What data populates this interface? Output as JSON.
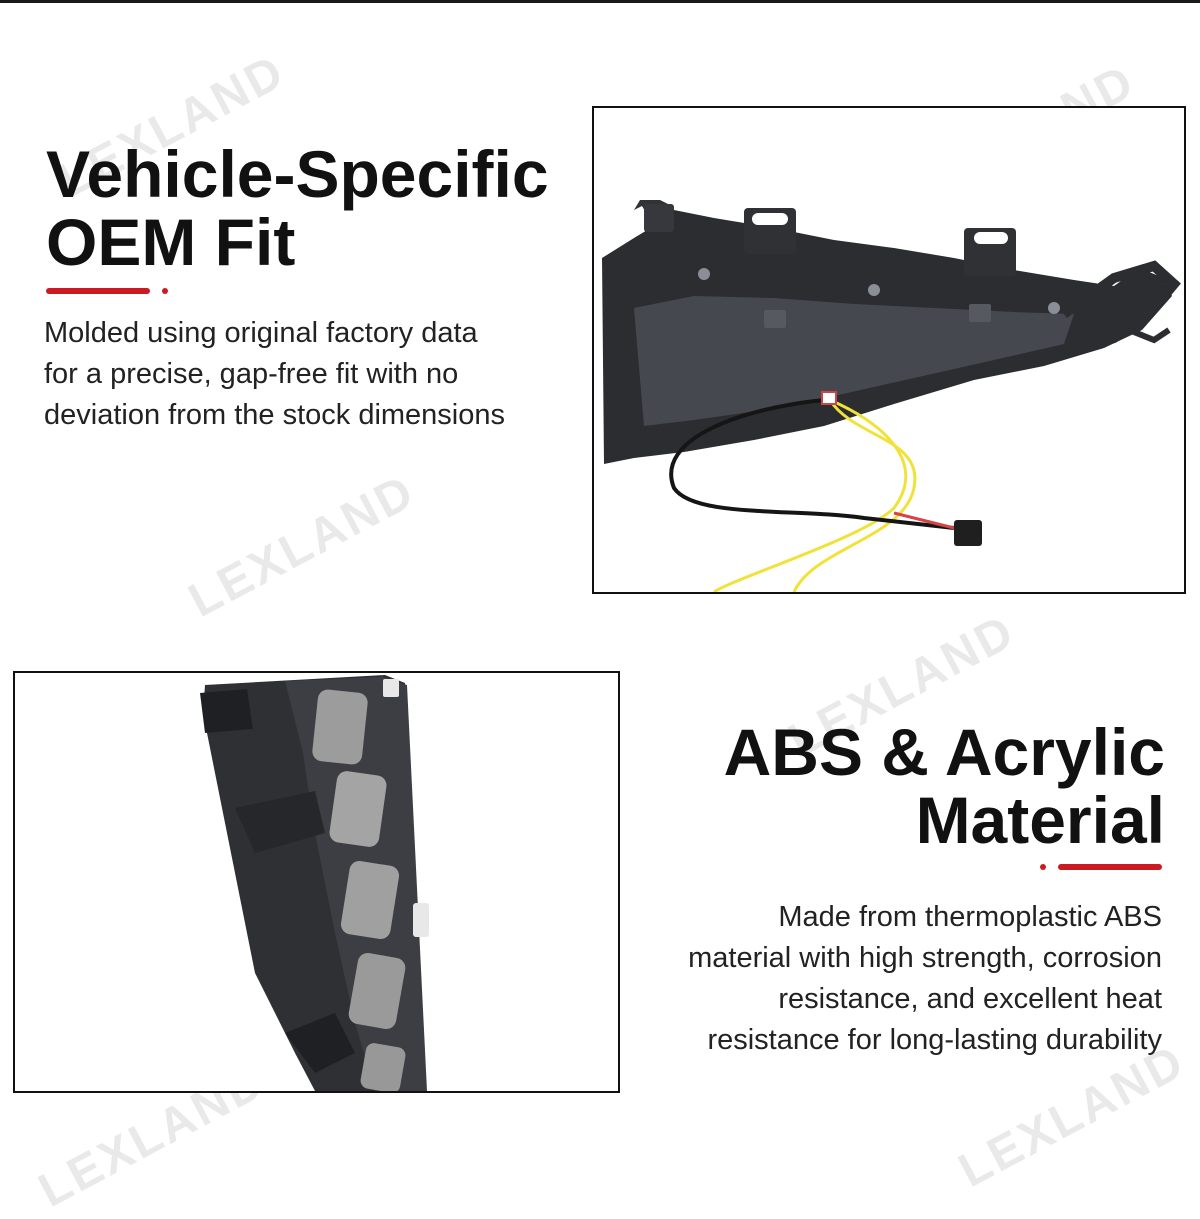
{
  "watermark": "LEXLAND",
  "colors": {
    "accent": "#cc1a22",
    "text": "#111111",
    "watermark": "#e9e9e9"
  },
  "section_fit": {
    "title_line1": "Vehicle-Specific",
    "title_line2": "OEM Fit",
    "description_lines": [
      "Molded using original factory data",
      "for a precise, gap-free fit with no",
      "deviation from the stock dimensions"
    ]
  },
  "section_material": {
    "title_line1": "ABS & Acrylic",
    "title_line2": "Material",
    "description_lines": [
      "Made from thermoplastic ABS",
      "material with high strength, corrosion",
      "resistance, and excellent heat",
      "resistance for long-lasting durability"
    ]
  }
}
